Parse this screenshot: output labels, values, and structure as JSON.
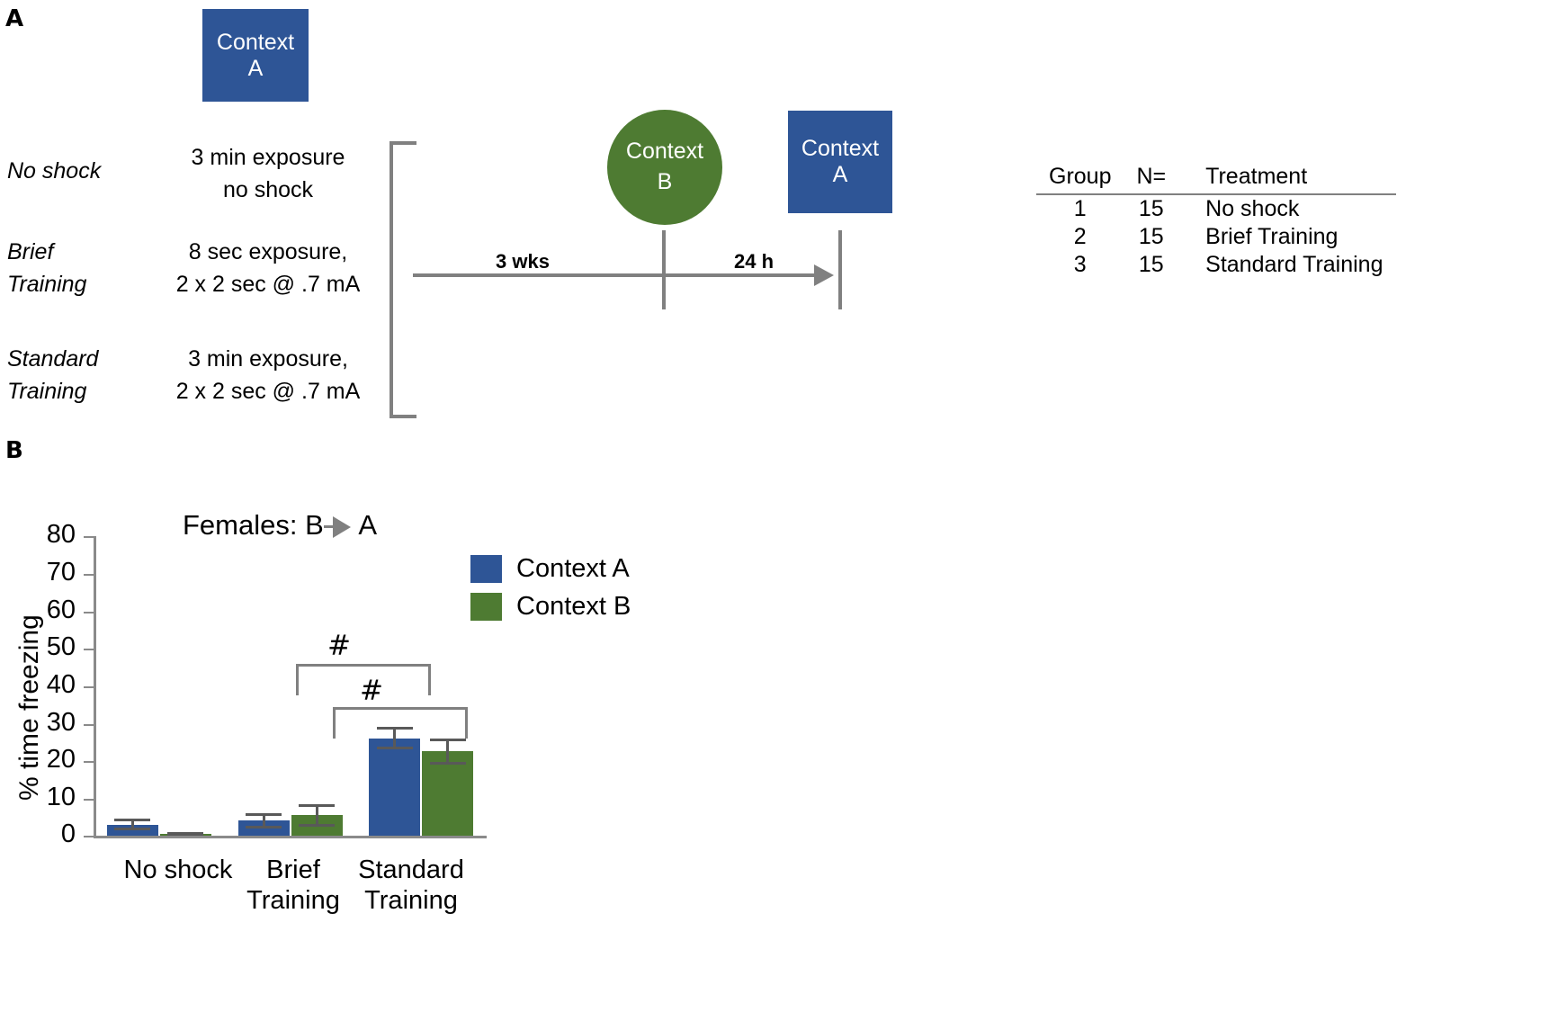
{
  "panels": {
    "a_letter": "A",
    "b_letter": "B"
  },
  "panel_a": {
    "context_a_top": "Context\nA",
    "context_a_top_line1": "Context",
    "context_a_top_line2": "A",
    "context_b_line1": "Context",
    "context_b_line2": "B",
    "context_a_end_line1": "Context",
    "context_a_end_line2": "A",
    "groups": [
      {
        "name": "No shock",
        "desc_line1": "3 min exposure",
        "desc_line2": "no shock"
      },
      {
        "name_line1": "Brief",
        "name_line2": "Training",
        "desc_line1": "8 sec exposure,",
        "desc_line2": "2 x 2 sec @ .7 mA"
      },
      {
        "name_line1": "Standard",
        "name_line2": "Training",
        "desc_line1": "3 min exposure,",
        "desc_line2": "2 x 2 sec @ .7 mA"
      }
    ],
    "timeline": {
      "interval_1": "3 wks",
      "interval_2": "24 h"
    },
    "table": {
      "headers": [
        "Group",
        "N=",
        "Treatment"
      ],
      "rows": [
        {
          "group": "1",
          "n": "15",
          "treatment": "No shock"
        },
        {
          "group": "2",
          "n": "15",
          "treatment": "Brief Training"
        },
        {
          "group": "3",
          "n": "15",
          "treatment": "Standard Training"
        }
      ]
    }
  },
  "chart_data": {
    "type": "bar",
    "title": "Females: B",
    "title_suffix": "A",
    "title_full": "Females: B ➜ A",
    "ylabel": "% time freezing",
    "xlabel": "",
    "ylim": [
      0,
      80
    ],
    "yticks": [
      80,
      70,
      60,
      50,
      40,
      30,
      20,
      10,
      0
    ],
    "grid": false,
    "legend_position": "top-right",
    "categories": [
      "No shock",
      "Brief Training",
      "Standard Training"
    ],
    "category_lines": [
      [
        "No shock"
      ],
      [
        "Brief",
        "Training"
      ],
      [
        "Standard",
        "Training"
      ]
    ],
    "series": [
      {
        "name": "Context A",
        "color": "#2E5596",
        "values": [
          3.0,
          4.0,
          26.0
        ],
        "errors": [
          1.5,
          2.0,
          3.0
        ]
      },
      {
        "name": "Context B",
        "color": "#4E7B32",
        "values": [
          0.5,
          5.5,
          22.5
        ],
        "errors": [
          0.4,
          3.0,
          3.5
        ]
      }
    ],
    "annotations": [
      {
        "label": "#",
        "from": "Brief Training",
        "to": "Standard Training",
        "series": "Context A",
        "y": 46
      },
      {
        "label": "#",
        "from": "Brief Training",
        "to": "Standard Training",
        "series": "Context B",
        "y": 38
      }
    ]
  },
  "colors": {
    "context_a": "#2E5596",
    "context_b": "#4E7B32",
    "axis": "#8a8a8a",
    "error_bar": "#595959",
    "timeline": "#808080"
  }
}
